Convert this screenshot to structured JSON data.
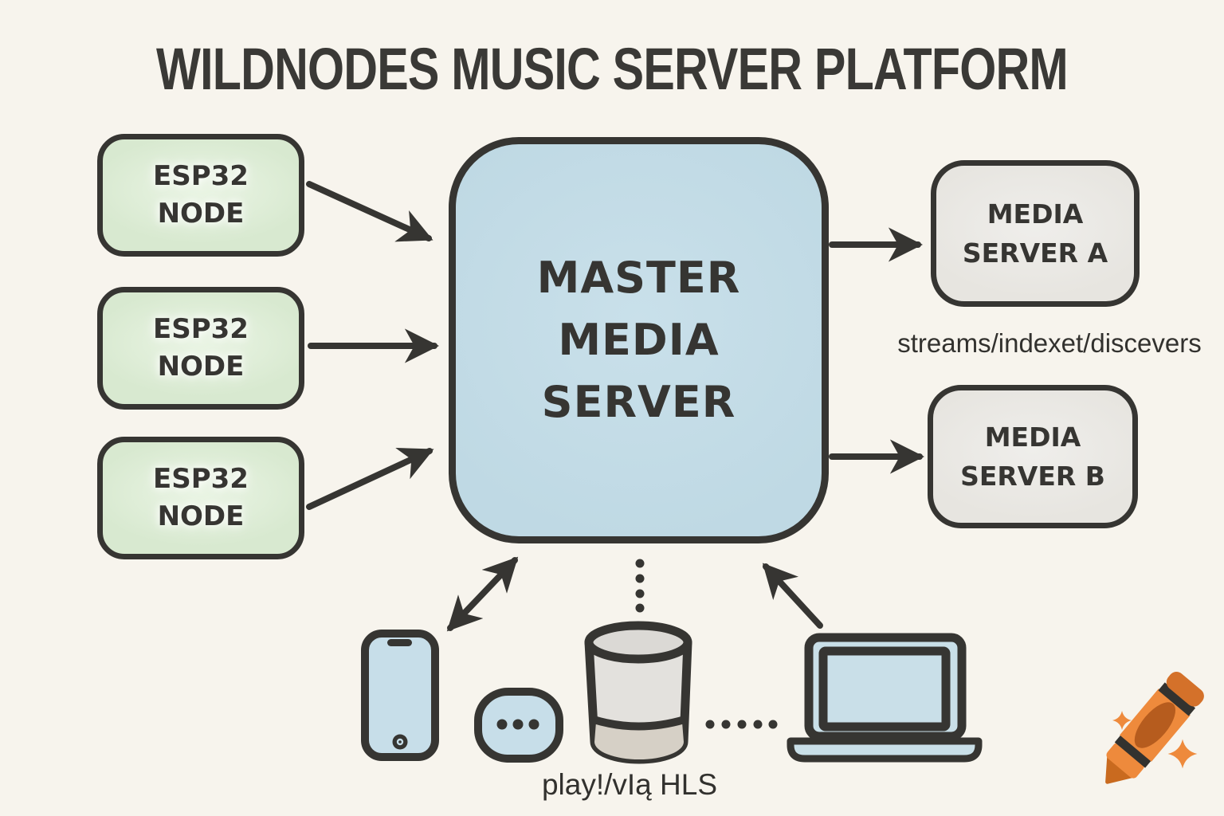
{
  "title": "WILDNODES MUSIC SERVER PLATFORM",
  "esp32_nodes": [
    {
      "label": "ESP32\nNODE"
    },
    {
      "label": "ESP32\nNODE"
    },
    {
      "label": "ESP32\nNODE"
    }
  ],
  "master_server": {
    "label": "MASTER\nMEDIA\nSERVER"
  },
  "media_servers": [
    {
      "label": "MEDIA\nSERVER A"
    },
    {
      "label": "MEDIA\nSERVER B"
    }
  ],
  "annotations": {
    "streams_label": "streams/indexet/discevers",
    "playback_label": "play!/vIą HLS"
  },
  "icons": [
    "smartphone-icon",
    "mini-smart-speaker-icon",
    "smart-speaker-icon",
    "laptop-icon",
    "crayon-watermark-icon"
  ],
  "colors": {
    "background": "#f7f4ed",
    "outline": "#363532",
    "esp32_node_fill": "#d8e9d0",
    "master_fill": "#c2dce6",
    "media_server_fill": "#e8e6e1",
    "device_fill": "#c7dee9",
    "crayon_orange": "#ee8a3c",
    "crayon_dark_orange": "#bb5e1d"
  }
}
